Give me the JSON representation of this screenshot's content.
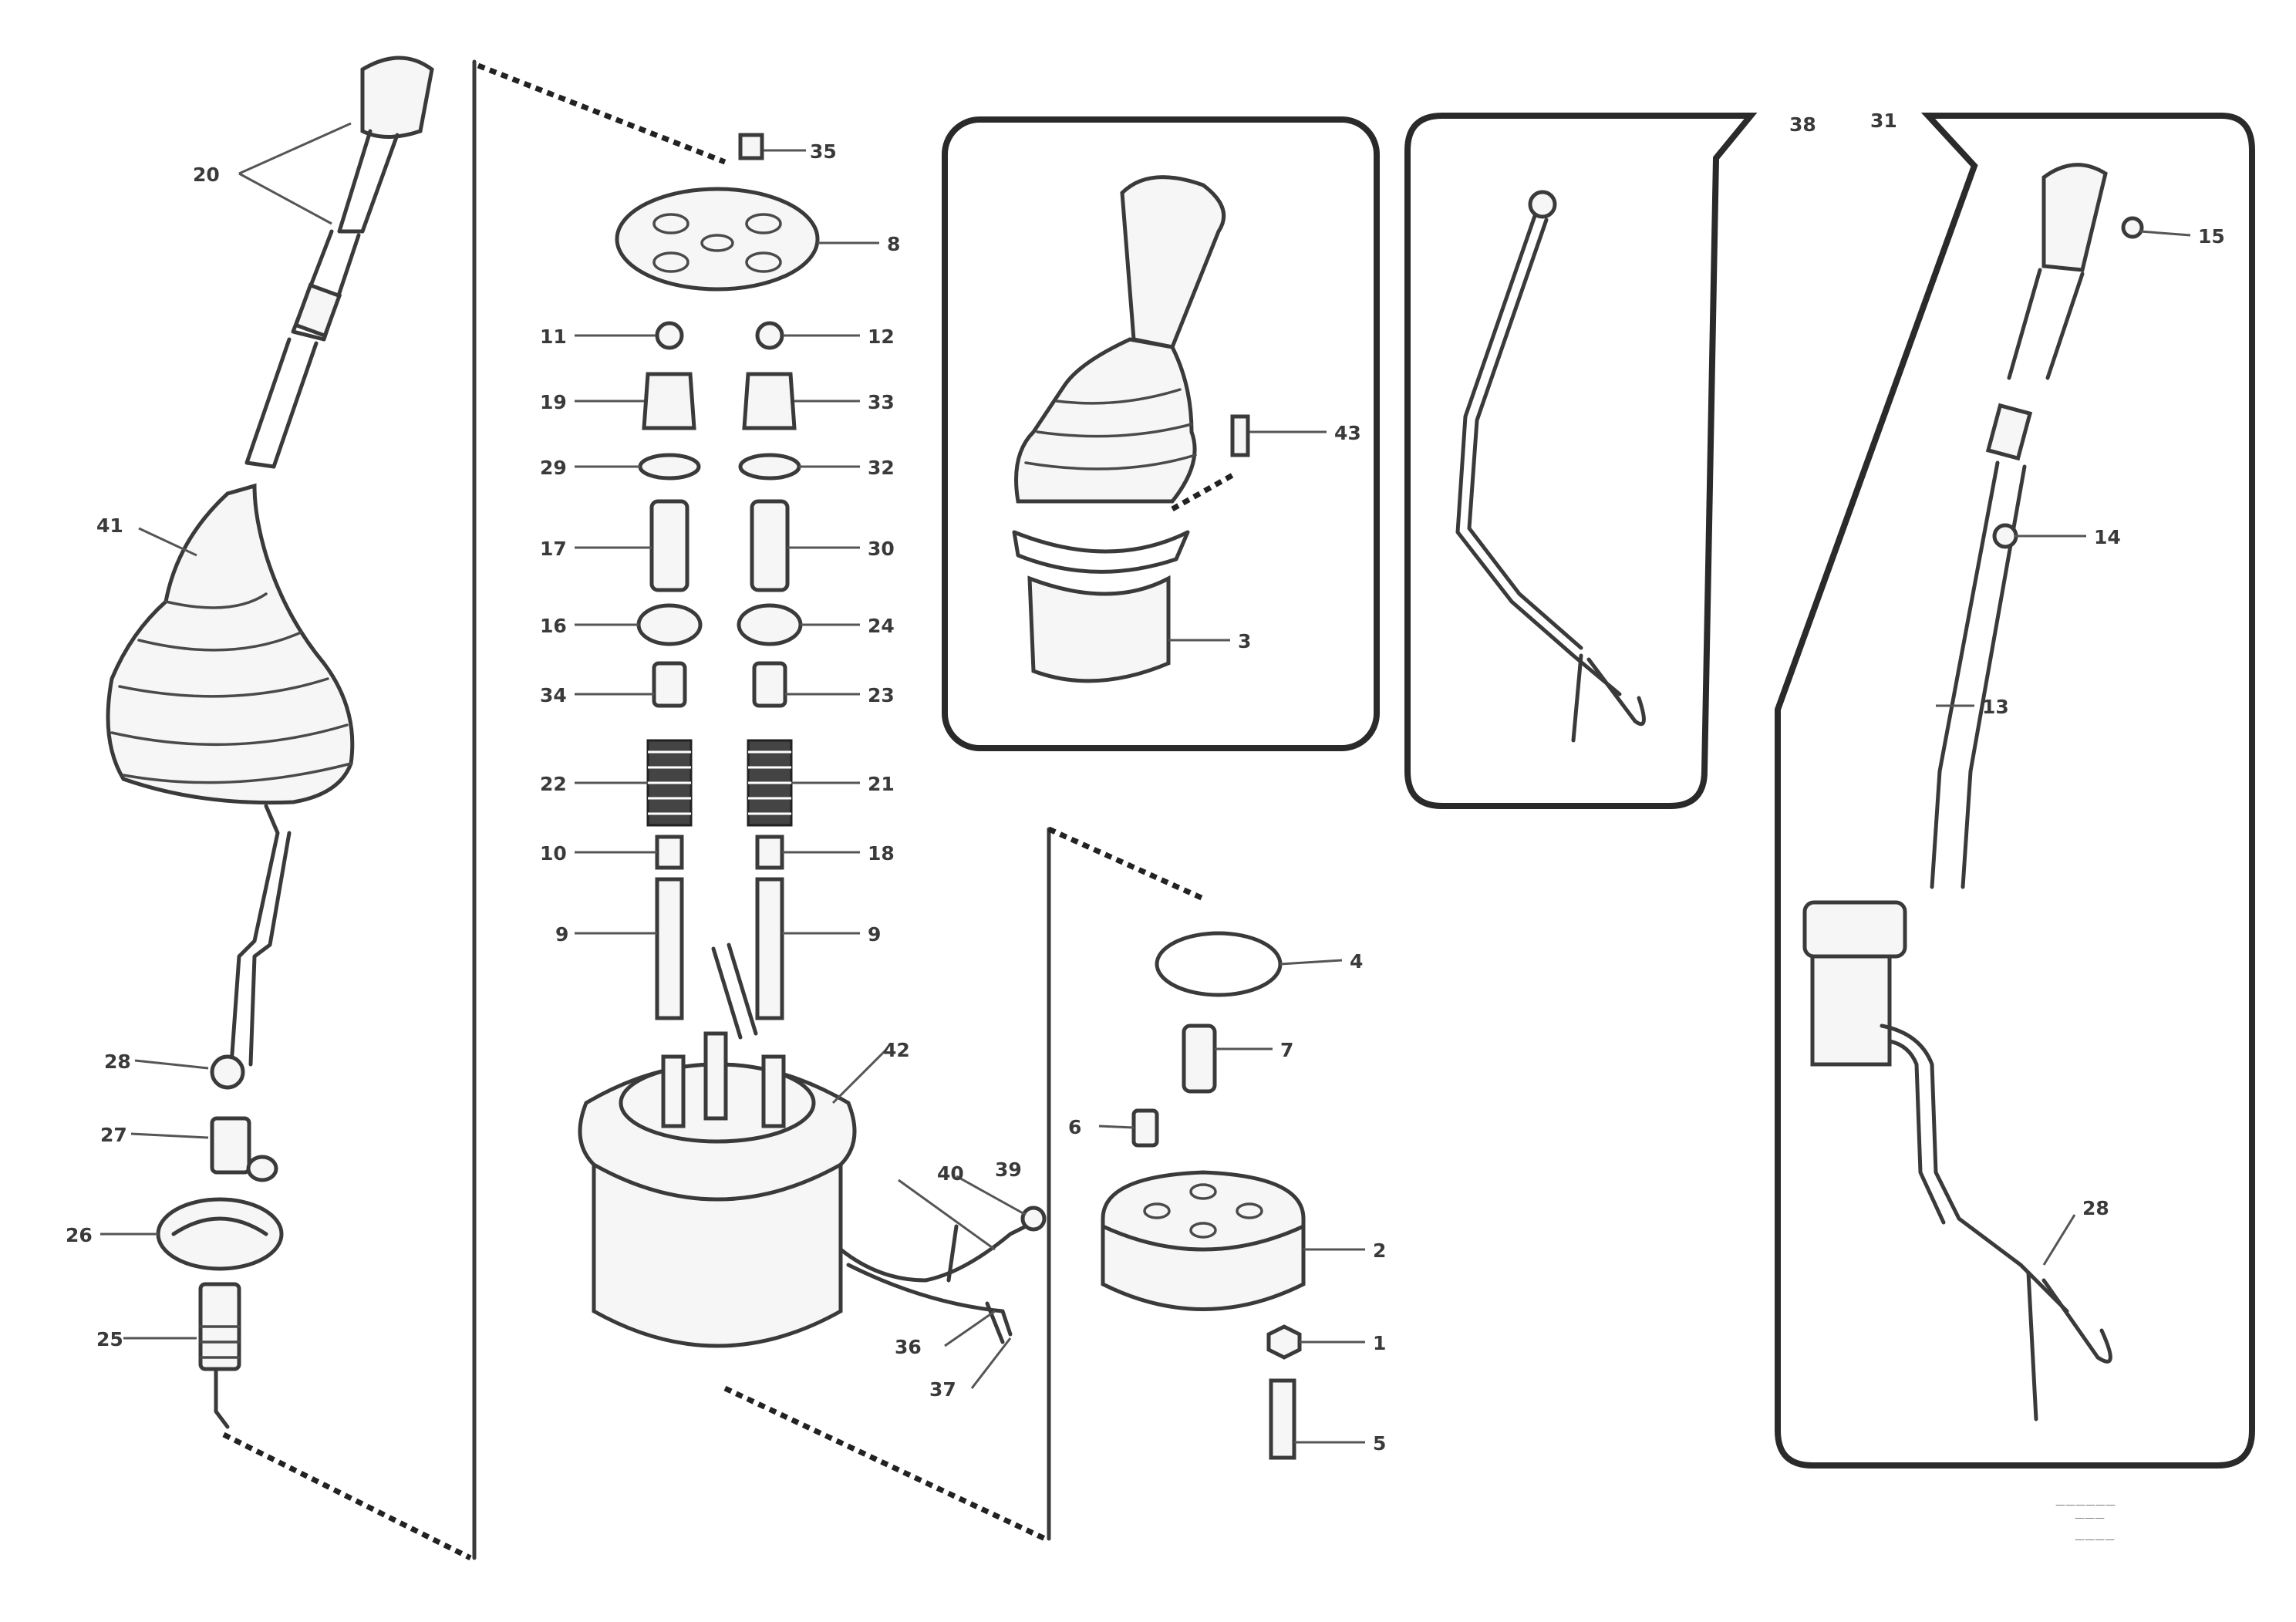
{
  "callouts": {
    "c20": "20",
    "c41": "41",
    "c28": "28",
    "c27": "27",
    "c26": "26",
    "c25": "25",
    "c35": "35",
    "c8": "8",
    "c11": "11",
    "c19": "19",
    "c29": "29",
    "c17": "17",
    "c16": "16",
    "c34": "34",
    "c22": "22",
    "c10": "10",
    "c9l": "9",
    "c12": "12",
    "c33": "33",
    "c32": "32",
    "c30": "30",
    "c24": "24",
    "c23": "23",
    "c21": "21",
    "c18": "18",
    "c9r": "9",
    "c42": "42",
    "c40": "40",
    "c39": "39",
    "c36": "36",
    "c37": "37",
    "c4": "4",
    "c7": "7",
    "c6": "6",
    "c2": "2",
    "c1": "1",
    "c5": "5",
    "c43": "43",
    "c3": "3",
    "c38": "38",
    "c31": "31",
    "c15": "15",
    "c14": "14",
    "c13": "13",
    "c28r": "28"
  },
  "footer": {
    "line1": "——————",
    "line2": "———",
    "code": "————"
  }
}
